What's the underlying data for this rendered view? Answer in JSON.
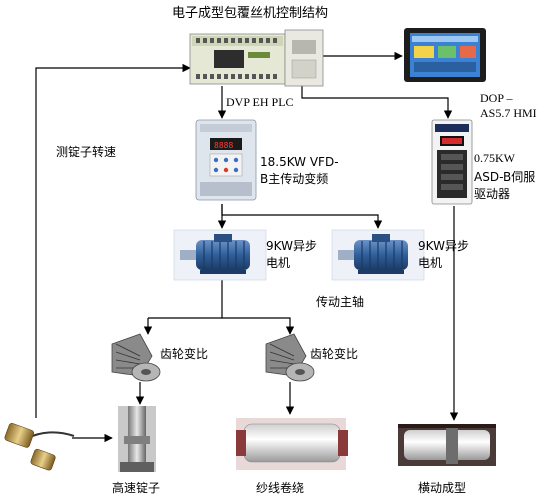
{
  "title": "电子成型包覆丝机控制结构",
  "components": {
    "plc": {
      "label": "DVP EH PLC"
    },
    "hmi": {
      "label_line1": "DOP –",
      "label_line2": "AS5.7 HMI"
    },
    "vfd": {
      "label_line1": "18.5KW VFD-",
      "label_line2": "B主传动变频"
    },
    "servo": {
      "label_line1": "0.75KW",
      "label_line2": "ASD-B伺服",
      "label_line3": "驱动器"
    },
    "motor_left": {
      "label_line1": "9KW异步",
      "label_line2": "电机"
    },
    "motor_right": {
      "label_line1": "9KW异步",
      "label_line2": "电机"
    },
    "main_shaft": {
      "label": "传动主轴"
    },
    "gear_left": {
      "label": "齿轮变比"
    },
    "gear_right": {
      "label": "齿轮变比"
    },
    "spindle": {
      "label": "高速锭子"
    },
    "yarn_roller": {
      "label": "纱线卷绕"
    },
    "traverse": {
      "label": "横动成型"
    },
    "speed_feedback": {
      "label": "测锭子转速"
    }
  },
  "colors": {
    "line": "#000000",
    "hmi_screen": "#1e7fd0",
    "motor_body": "#2f5f9a",
    "plc_body": "#e8ecd8",
    "servo_body": "#f1f1f1",
    "vfd_body": "#dce2ea"
  }
}
